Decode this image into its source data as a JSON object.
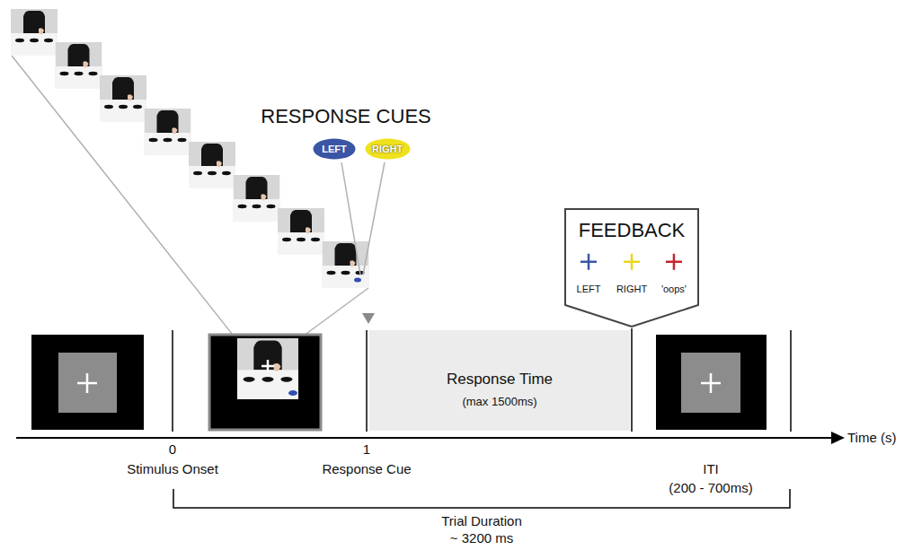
{
  "diagram": {
    "nodes": [
      {
        "text": [
          "LEFT"
        ]
      },
      {
        "text": [
          "RIGHT"
        ]
      },
      {
        "text": [
          "FEEDBACK",
          "LEFT",
          "RIGHT",
          "'oops'"
        ]
      },
      {
        "text": [
          "Response Time",
          "(max 1500ms)"
        ]
      }
    ],
    "labels": [
      "RESPONSE CUES",
      "0",
      "Stimulus Onset",
      "1",
      "Response Cue",
      "ITI",
      "(200 - 700ms)",
      "Trial Duration",
      "~ 3200 ms",
      "Time (s)"
    ]
  }
}
